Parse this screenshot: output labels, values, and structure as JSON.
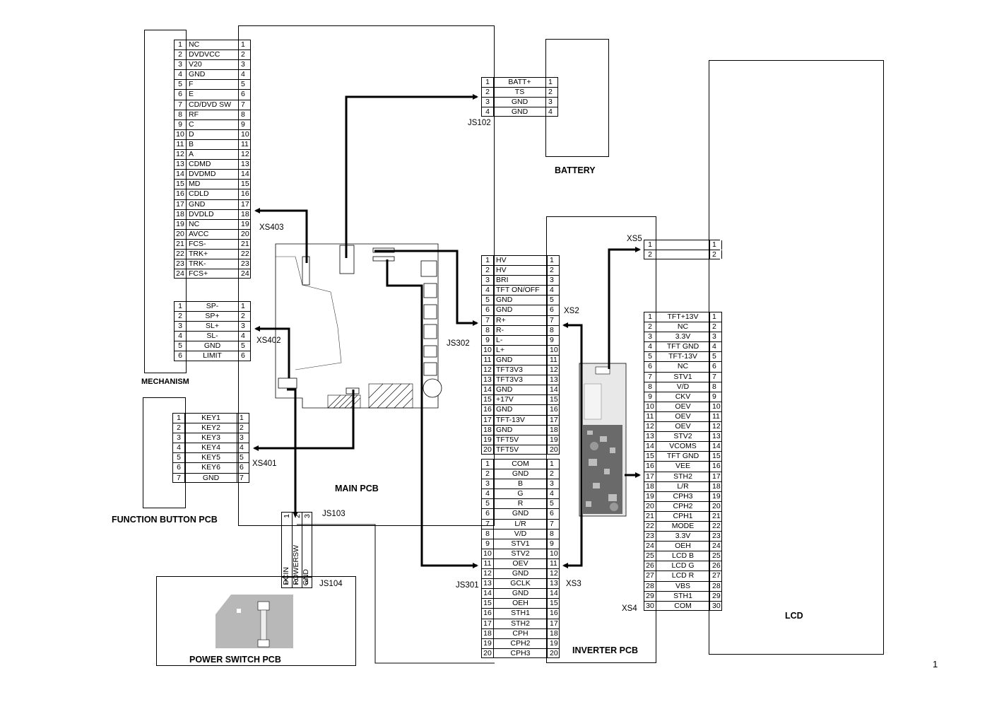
{
  "mechanism": {
    "title": "MECHANISM",
    "main_rows": [
      {
        "n": "1",
        "name": "NC"
      },
      {
        "n": "2",
        "name": "DVDVCC"
      },
      {
        "n": "3",
        "name": "V20"
      },
      {
        "n": "4",
        "name": "GND"
      },
      {
        "n": "5",
        "name": "F"
      },
      {
        "n": "6",
        "name": "E"
      },
      {
        "n": "7",
        "name": "CD/DVD SW"
      },
      {
        "n": "8",
        "name": "RF"
      },
      {
        "n": "9",
        "name": "C"
      },
      {
        "n": "10",
        "name": "D"
      },
      {
        "n": "11",
        "name": "B"
      },
      {
        "n": "12",
        "name": "A"
      },
      {
        "n": "13",
        "name": "CDMD"
      },
      {
        "n": "14",
        "name": "DVDMD"
      },
      {
        "n": "15",
        "name": "MD"
      },
      {
        "n": "16",
        "name": "CDLD"
      },
      {
        "n": "17",
        "name": "GND"
      },
      {
        "n": "18",
        "name": "DVDLD"
      },
      {
        "n": "19",
        "name": "NC"
      },
      {
        "n": "20",
        "name": "AVCC"
      },
      {
        "n": "21",
        "name": "FCS-"
      },
      {
        "n": "22",
        "name": "TRK+"
      },
      {
        "n": "23",
        "name": "TRK-"
      },
      {
        "n": "24",
        "name": "FCS+"
      }
    ],
    "motor_rows": [
      {
        "n": "1",
        "name": "SP-"
      },
      {
        "n": "2",
        "name": "SP+"
      },
      {
        "n": "3",
        "name": "SL+"
      },
      {
        "n": "4",
        "name": "SL-"
      },
      {
        "n": "5",
        "name": "GND"
      },
      {
        "n": "6",
        "name": "LIMIT"
      }
    ]
  },
  "function_button": {
    "title": "FUNCTION BUTTON PCB",
    "rows": [
      {
        "n": "1",
        "name": "KEY1"
      },
      {
        "n": "2",
        "name": "KEY2"
      },
      {
        "n": "3",
        "name": "KEY3"
      },
      {
        "n": "4",
        "name": "KEY4"
      },
      {
        "n": "5",
        "name": "KEY5"
      },
      {
        "n": "6",
        "name": "KEY6"
      },
      {
        "n": "7",
        "name": "GND"
      }
    ]
  },
  "battery": {
    "title": "BATTERY",
    "rows": [
      {
        "n": "1",
        "name": "BATT+"
      },
      {
        "n": "2",
        "name": "TS"
      },
      {
        "n": "3",
        "name": "GND"
      },
      {
        "n": "4",
        "name": "GND"
      }
    ]
  },
  "main_pcb": {
    "title": "MAIN PCB"
  },
  "inverter_pcb": {
    "title": "INVERTER PCB"
  },
  "lcd": {
    "title": "LCD"
  },
  "power_switch": {
    "title": "POWER SWITCH PCB",
    "pins": [
      {
        "n": "1",
        "name": "DCIN"
      },
      {
        "n": "2",
        "name": "POWERSW"
      },
      {
        "n": "3",
        "name": "GND"
      }
    ]
  },
  "xs2_rows": [
    {
      "n": "1",
      "name": "HV"
    },
    {
      "n": "2",
      "name": "HV"
    },
    {
      "n": "3",
      "name": "BRI"
    },
    {
      "n": "4",
      "name": "TFT ON/OFF"
    },
    {
      "n": "5",
      "name": "GND"
    },
    {
      "n": "6",
      "name": "GND"
    },
    {
      "n": "7",
      "name": "R+"
    },
    {
      "n": "8",
      "name": "R-"
    },
    {
      "n": "9",
      "name": "L-"
    },
    {
      "n": "10",
      "name": "L+"
    },
    {
      "n": "11",
      "name": "GND"
    },
    {
      "n": "12",
      "name": "TFT3V3"
    },
    {
      "n": "13",
      "name": "TFT3V3"
    },
    {
      "n": "14",
      "name": "GND"
    },
    {
      "n": "15",
      "name": "+17V"
    },
    {
      "n": "16",
      "name": "GND"
    },
    {
      "n": "17",
      "name": "TFT-13V"
    },
    {
      "n": "18",
      "name": "GND"
    },
    {
      "n": "19",
      "name": "TFT5V"
    },
    {
      "n": "20",
      "name": "TFT5V"
    }
  ],
  "xs3_rows": [
    {
      "n": "1",
      "name": "COM"
    },
    {
      "n": "2",
      "name": "GND"
    },
    {
      "n": "3",
      "name": "B"
    },
    {
      "n": "4",
      "name": "G"
    },
    {
      "n": "5",
      "name": "R"
    },
    {
      "n": "6",
      "name": "GND"
    },
    {
      "n": "7",
      "name": "L/R"
    },
    {
      "n": "8",
      "name": "V/D"
    },
    {
      "n": "9",
      "name": "STV1"
    },
    {
      "n": "10",
      "name": "STV2"
    },
    {
      "n": "11",
      "name": "OEV"
    },
    {
      "n": "12",
      "name": "GND"
    },
    {
      "n": "13",
      "name": "GCLK"
    },
    {
      "n": "14",
      "name": "GND"
    },
    {
      "n": "15",
      "name": "OEH"
    },
    {
      "n": "16",
      "name": "STH1"
    },
    {
      "n": "17",
      "name": "STH2"
    },
    {
      "n": "18",
      "name": "CPH"
    },
    {
      "n": "19",
      "name": "CPH2"
    },
    {
      "n": "20",
      "name": "CPH3"
    }
  ],
  "xs4_rows": [
    {
      "n": "1",
      "name": "TFT+13V"
    },
    {
      "n": "2",
      "name": "NC"
    },
    {
      "n": "3",
      "name": "3.3V"
    },
    {
      "n": "4",
      "name": "TFT GND"
    },
    {
      "n": "5",
      "name": "TFT-13V"
    },
    {
      "n": "6",
      "name": "NC"
    },
    {
      "n": "7",
      "name": "STV1"
    },
    {
      "n": "8",
      "name": "V/D"
    },
    {
      "n": "9",
      "name": "CKV"
    },
    {
      "n": "10",
      "name": "OEV"
    },
    {
      "n": "11",
      "name": "OEV"
    },
    {
      "n": "12",
      "name": "OEV"
    },
    {
      "n": "13",
      "name": "STV2"
    },
    {
      "n": "14",
      "name": "VCOMS"
    },
    {
      "n": "15",
      "name": "TFT GND"
    },
    {
      "n": "16",
      "name": "VEE"
    },
    {
      "n": "17",
      "name": "STH2"
    },
    {
      "n": "18",
      "name": "L/R"
    },
    {
      "n": "19",
      "name": "CPH3"
    },
    {
      "n": "20",
      "name": "CPH2"
    },
    {
      "n": "21",
      "name": "CPH1"
    },
    {
      "n": "22",
      "name": "MODE"
    },
    {
      "n": "23",
      "name": "3.3V"
    },
    {
      "n": "24",
      "name": "OEH"
    },
    {
      "n": "25",
      "name": "LCD B"
    },
    {
      "n": "26",
      "name": "LCD G"
    },
    {
      "n": "27",
      "name": "LCD R"
    },
    {
      "n": "28",
      "name": "VBS"
    },
    {
      "n": "29",
      "name": "STH1"
    },
    {
      "n": "30",
      "name": "COM"
    }
  ],
  "xs5_rows": [
    {
      "n": "1",
      "name": ""
    },
    {
      "n": "2",
      "name": ""
    }
  ],
  "connector_labels": {
    "xs403": "XS403",
    "xs402": "XS402",
    "xs401": "XS401",
    "js102": "JS102",
    "js302": "JS302",
    "js301": "JS301",
    "js103": "JS103",
    "js104": "JS104",
    "xs2": "XS2",
    "xs3": "XS3",
    "xs4": "XS4",
    "xs5": "XS5"
  },
  "page_number": "1"
}
